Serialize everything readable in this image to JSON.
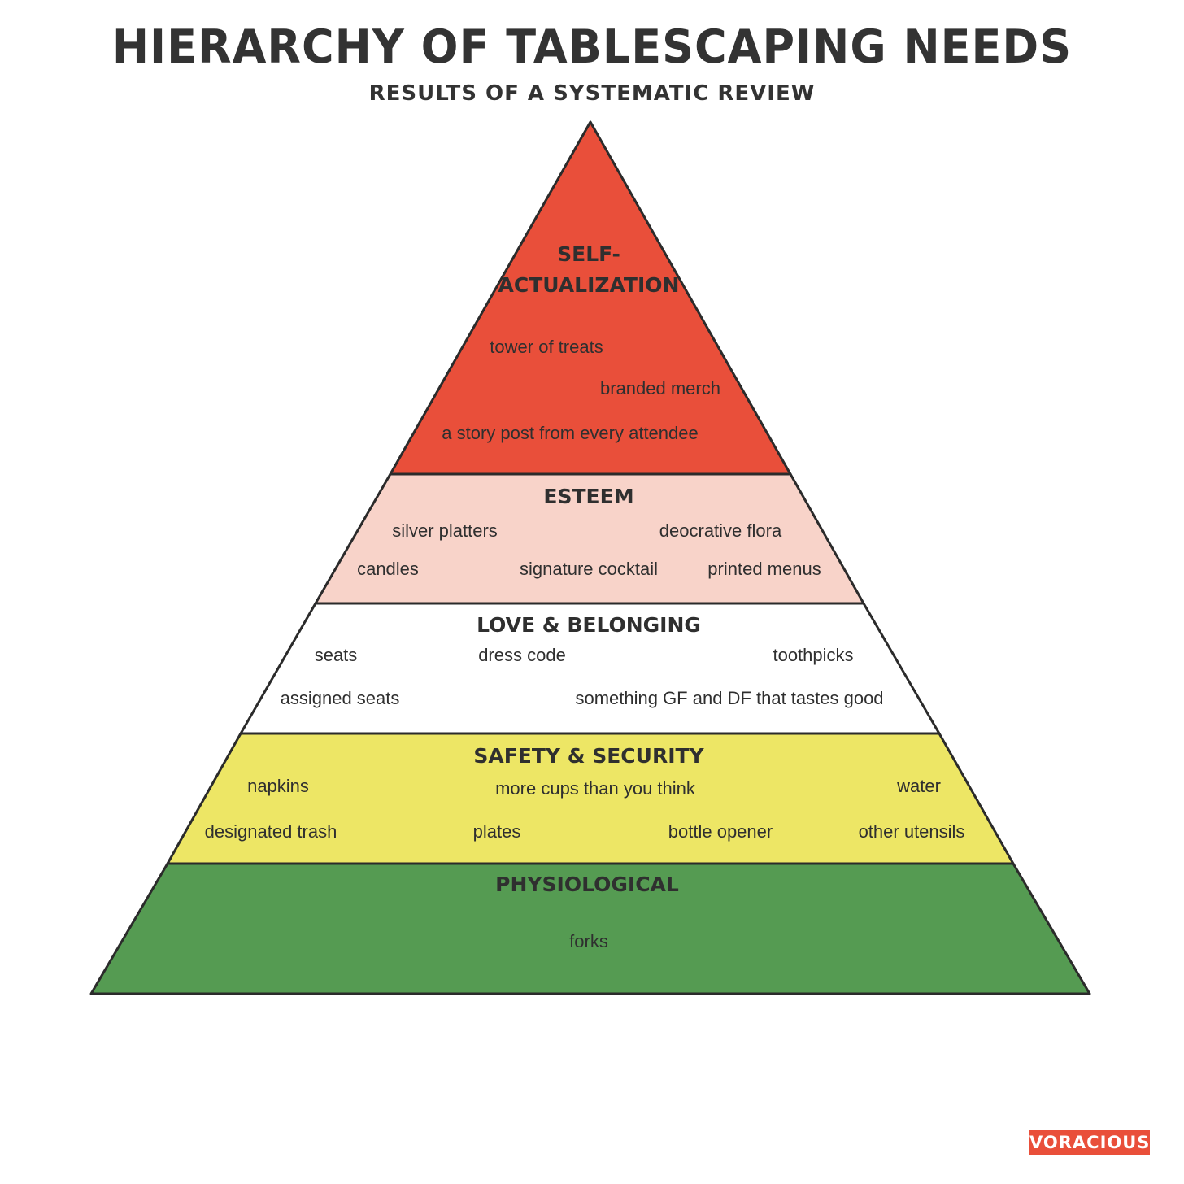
{
  "title": "HIERARCHY OF TABLESCAPING NEEDS",
  "subtitle": "RESULTS OF A SYSTEMATIC REVIEW",
  "colors": {
    "self_actualization": "#e94f3a",
    "esteem": "#f8d3c9",
    "love_belonging": "#ffffff",
    "safety_security": "#ede665",
    "physiological": "#559b52",
    "outline": "#2b2b2b"
  },
  "tiers": [
    {
      "title_line1": "SELF-",
      "title_line2": "ACTUALIZATION",
      "items": [
        "tower of treats",
        "branded merch",
        "a story post from every attendee"
      ]
    },
    {
      "title": "ESTEEM",
      "items": [
        "silver platters",
        "deocrative flora",
        "candles",
        "signature cocktail",
        "printed menus"
      ]
    },
    {
      "title": "LOVE & BELONGING",
      "items": [
        "seats",
        "dress code",
        "toothpicks",
        "assigned seats",
        "something GF and DF that tastes good"
      ]
    },
    {
      "title": "SAFETY & SECURITY",
      "items": [
        "napkins",
        "more cups than you think",
        "water",
        "designated trash",
        "plates",
        "bottle opener",
        "other utensils"
      ]
    },
    {
      "title": "PHYSIOLOGICAL",
      "items": [
        "forks"
      ]
    }
  ],
  "brand": "VORACIOUS"
}
